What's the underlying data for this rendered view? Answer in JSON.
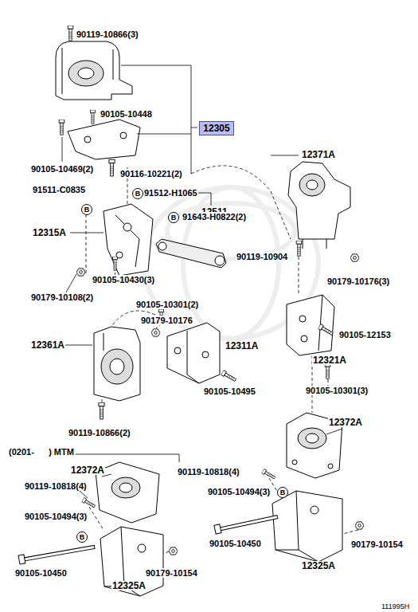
{
  "diagram": {
    "nodes": [
      {
        "text": [
          "12305"
        ]
      },
      {
        "text": [
          "B"
        ]
      },
      {
        "text": [
          "B"
        ]
      },
      {
        "text": [
          "B"
        ]
      },
      {
        "text": [
          "B"
        ]
      },
      {
        "text": [
          "B"
        ]
      }
    ],
    "labels": [
      "90119-10866(3)",
      "90105-10448",
      "90105-10469(2)",
      "90116-10221(2)",
      "12371A",
      "91511-C0835",
      "91512-H1065",
      "12315A",
      "12511",
      "91643-H0822(2)",
      "90119-10904",
      "90105-10430(3)",
      "90179-10176(3)",
      "90179-10108(2)",
      "90105-10301(2)",
      "90179-10176",
      "12361A",
      "12311A",
      "90105-12153",
      "12321A",
      "90105-10495",
      "90105-10301(3)",
      "90119-10866(2)",
      "12372A",
      "(0201-      ) MTM",
      "12372A",
      "90119-10818(4)",
      "90119-10818(4)",
      "90105-10494(3)",
      "90105-10494(3)",
      "90105-10450",
      "90179-10154",
      "12325A",
      "90105-10450",
      "90179-10154",
      "12325A",
      "111995H"
    ]
  }
}
